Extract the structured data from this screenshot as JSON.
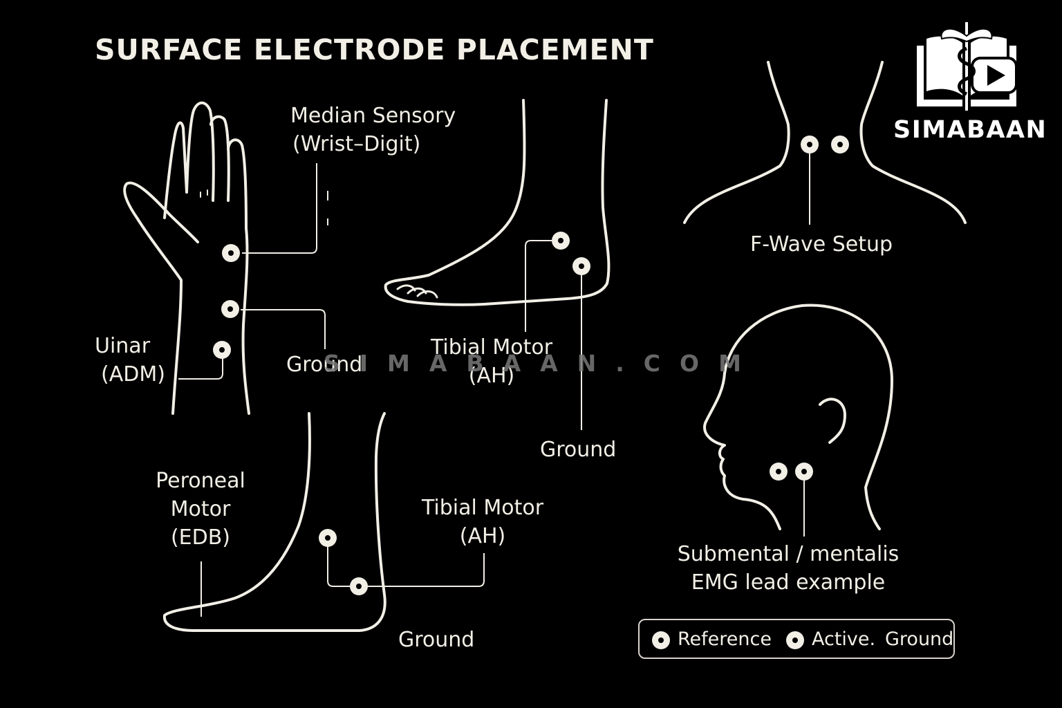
{
  "title": "SURFACE ELECTRODE PLACEMENT",
  "brand": {
    "name": "SIMABAAN",
    "logo": "caduceus-book-play-logo"
  },
  "watermark": "SIMABAAN.COM",
  "colors": {
    "background": "#000000",
    "line": "#f2efe6"
  },
  "labels": {
    "median_sensory": [
      "Median Sensory",
      "(Wrist–Digit)"
    ],
    "ulnar": [
      "Uinar",
      "(ADM)"
    ],
    "hand_ground": "Ground",
    "tibial_top": [
      "Tibial Motor",
      "(AH)"
    ],
    "tibial_top_ground": "Ground",
    "fwave": "F-Wave Setup",
    "peroneal": [
      "Peroneal",
      "Motor",
      "(EDB)"
    ],
    "tibial_bottom": [
      "Tibial Motor",
      "(AH)"
    ],
    "bottom_ground": "Ground",
    "submental": [
      "Submental / mentalis",
      "EMG lead example"
    ]
  },
  "legend": {
    "reference": "Reference",
    "active": "Active.",
    "ground": "Ground"
  }
}
